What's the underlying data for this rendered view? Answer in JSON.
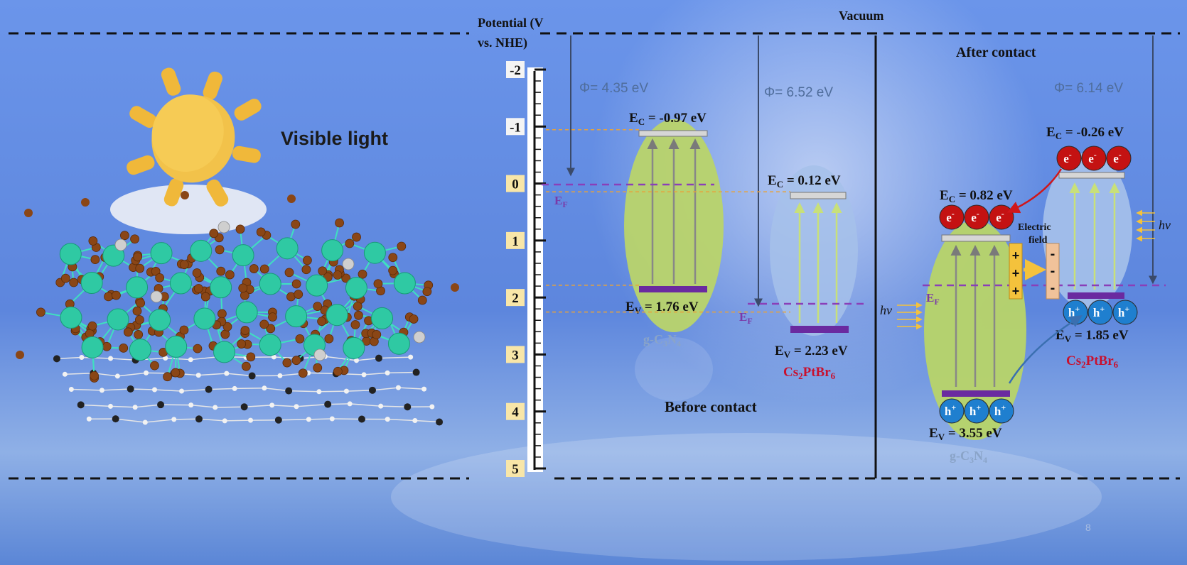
{
  "colors": {
    "bg_top": "#5b86e0",
    "bg_bottom": "#3f6fcf",
    "gcn_fill": "#b7d36a",
    "cs_fill": "#9fbbe6",
    "band_gray": "#d6d6d6",
    "band_purple": "#6a2aa0",
    "ef_line": "#8a3fb8",
    "orange_line": "#e8a23a",
    "electron_red": "#c41212",
    "hole_blue": "#1f7fcf",
    "cs_label_red": "#c8102e",
    "phi_gray": "#4f6d9b"
  },
  "labels": {
    "visible_light": "Visible light",
    "vacuum": "Vacuum",
    "potential_1": "Potential (V",
    "potential_2": "vs. NHE)",
    "before_contact": "Before contact",
    "after_contact": "After contact",
    "electric_1": "Electric",
    "electric_2": "field",
    "hv": "hv",
    "ef": "E",
    "ef_sub": "F",
    "page_number": "8"
  },
  "axis": {
    "ticks": [
      -2,
      -1,
      0,
      1,
      2,
      3,
      4,
      5
    ],
    "tick_labels": [
      "-2",
      "-1",
      "0",
      "1",
      "2",
      "3",
      "4",
      "5"
    ],
    "range": [
      -2,
      5
    ]
  },
  "before": {
    "gcn": {
      "phi": "Φ= 4.35 eV",
      "ec_value": -0.97,
      "ev_value": 1.76,
      "ec_text": "E",
      "ec_sub": "C",
      "ec_rest": " = -0.97 eV",
      "ev_text": "E",
      "ev_sub": "V",
      "ev_rest": " = 1.76 eV",
      "name_a": "g-C",
      "name_b": "3",
      "name_c": "N",
      "name_d": "4"
    },
    "cs": {
      "phi": "Φ= 6.52 eV",
      "ec_value": 0.12,
      "ev_value": 2.23,
      "ec_text": "E",
      "ec_sub": "C",
      "ec_rest": " = 0.12 eV",
      "ev_text": "E",
      "ev_sub": "V",
      "ev_rest": " = 2.23 eV",
      "name_a": "Cs",
      "name_b": "2",
      "name_c": "PtBr",
      "name_d": "6"
    }
  },
  "after": {
    "phi": "Φ= 6.14 eV",
    "gcn": {
      "ec_text": "E",
      "ec_sub": "C",
      "ec_rest": " = 0.82 eV",
      "ev_text": "E",
      "ev_sub": "V",
      "ev_rest": " = 3.55 eV",
      "name_a": "g-C",
      "name_b": "3",
      "name_c": "N",
      "name_d": "4"
    },
    "cs": {
      "ec_text": "E",
      "ec_sub": "C",
      "ec_rest": "  = -0.26 eV",
      "ev_text": "E",
      "ev_sub": "V",
      "ev_rest": " = 1.85 eV",
      "name_a": "Cs",
      "name_b": "2",
      "name_c": "PtBr",
      "name_d": "6"
    },
    "electron": "e",
    "electron_sup": "-",
    "hole": "h",
    "hole_sup": "+",
    "plus": "+",
    "minus": "-"
  }
}
